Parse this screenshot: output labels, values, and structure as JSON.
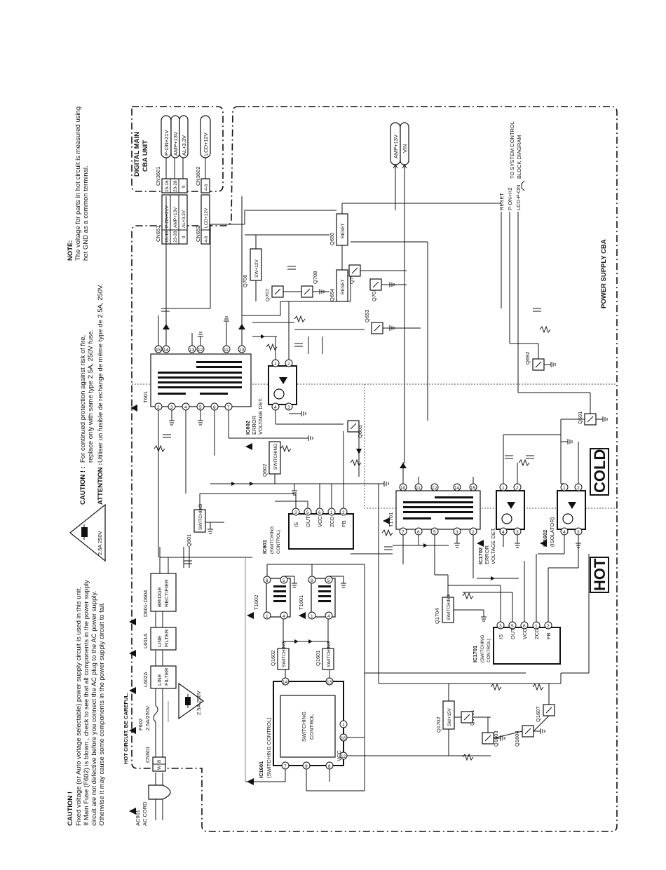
{
  "caution_top": {
    "title": "CAUTION !",
    "lines": [
      "Fixed voltage (or Auto voltage selectable) power supply circuit is used in this unit.",
      "If Main Fuse (F602) is blown , check to see that all components in the power supply",
      "circuit are not defective before you connect the AC plug to the AC power supply.",
      "Otherwise it may cause some components in the power supply circuit to fail."
    ],
    "fuse_label": "2.5A 250V"
  },
  "caution_fire": {
    "label": "CAUTION ! :",
    "line1": "For continued protection against risk of fire,",
    "line2": "replace only with same type 2.5A, 250V fuse.",
    "attention_label": "ATTENTION :",
    "attention_text": "Utiliser un fusible de rechange de même type de 2.5A, 250V."
  },
  "note": {
    "title": "NOTE:",
    "line1": "The voltage for parts in hot circuit is measured using",
    "line2": "hot GND as a common terminal."
  },
  "digital_main": {
    "title_line1": "DIGITAL MAIN",
    "title_line2": "CBA UNIT",
    "cn3601": "CN3601",
    "cn3602": "CN3602",
    "outputs": [
      "P-ON+21V",
      "AMP+13V",
      "AL+3.3V",
      "LCD+12V"
    ],
    "pins": [
      "15-16",
      "23-28",
      "9",
      "4-6"
    ]
  },
  "cn651": {
    "label": "CN651",
    "pins": [
      "15-16",
      "23-28",
      "9"
    ],
    "signals": [
      "P-ON+21V",
      "AMP+13V",
      "AL+3.3V"
    ]
  },
  "cn652": {
    "label": "CN652",
    "pin": "4-6",
    "signal": "LCD+12V"
  },
  "amp_vin": [
    "AMP+13V",
    "VIN"
  ],
  "system_control": {
    "line1": "TO SYSTEM CONTROL",
    "line2": "BLOCK DIAGRAM",
    "signals": [
      "RESET",
      "P-ON+H2",
      "LCD-P-ON"
    ]
  },
  "power_supply_cba": "POWER SUPPLY CBA",
  "hot_label": "HOT",
  "cold_label": "COLD",
  "hot_circuit_note": "HOT CIRCUIT. BE CAREFUL.",
  "ac_cord": {
    "ref": "AC601",
    "name": "AC CORD"
  },
  "cn601": {
    "label": "CN601",
    "pins": [
      "B",
      "W"
    ]
  },
  "f602": {
    "ref": "F602",
    "rating": "2.5A/250V"
  },
  "fuse_symbol_label": "2.5A 250V",
  "blocks": {
    "l602a": {
      "ref": "L602A",
      "line1": "LINE",
      "line2": "FILTER"
    },
    "l601a": {
      "ref": "L601A",
      "line1": "LINE",
      "line2": "FILTER"
    },
    "d601": {
      "ref": "D601-D604",
      "line1": "BRIDGE",
      "line2": "RECTIFIER"
    }
  },
  "ic1601": {
    "ref": "IC1601",
    "role": "(SWITCHING CONTROL)",
    "inner_line1": "SWITCHING",
    "inner_line2": "CONTROL",
    "vcc": "VCC",
    "pins": [
      "7",
      "9",
      "8",
      "12",
      "16",
      "1",
      "14",
      "13"
    ]
  },
  "switching_boxes": {
    "q1602": {
      "ref": "Q1602",
      "label": "SWITCHING"
    },
    "q1601": {
      "ref": "Q1601",
      "label": "SWITCHING"
    },
    "q601": {
      "ref": "Q601",
      "label": "SWITCHING"
    },
    "q602": {
      "ref": "Q602",
      "label": "SWITCHING"
    },
    "q1704": {
      "ref": "Q1704",
      "label": "SWITCHING"
    }
  },
  "t1602": {
    "ref": "T1602",
    "pins": [
      "1",
      "4",
      "8",
      "5"
    ]
  },
  "t1601": {
    "ref": "T1601",
    "pins": [
      "1",
      "4",
      "8",
      "5"
    ]
  },
  "ic601": {
    "ref": "IC601",
    "role_line1": "(SWITCHING",
    "role_line2": "CONTROL)",
    "pin_labels": [
      "IS",
      "OUT",
      "VCC",
      "ZCD",
      "FB"
    ],
    "pins": [
      "3",
      "5",
      "6",
      "1",
      "2"
    ]
  },
  "ic1701": {
    "ref": "IC1701",
    "role_line1": "(SWITCHING",
    "role_line2": "CONTROL)",
    "pin_labels": [
      "IS",
      "OUT",
      "VCC",
      "ZCD",
      "FB"
    ],
    "pins": [
      "3",
      "5",
      "6",
      "1",
      "2"
    ]
  },
  "t601": {
    "ref": "T601",
    "pins_bottom": [
      "2",
      "3",
      "4",
      "5",
      "6",
      "7"
    ],
    "pins_top": [
      "15",
      "14",
      "13",
      "12",
      "11",
      "10"
    ]
  },
  "t1701": {
    "ref": "T1701",
    "pins_bottom": [
      "7",
      "6",
      "5",
      "3",
      "2"
    ],
    "pins_top": [
      "10",
      "11",
      "12",
      "14",
      "15"
    ]
  },
  "ic602": {
    "ref": "IC602",
    "line1": "ERROR",
    "line2": "VOLTAGE DET.",
    "pins": [
      "4",
      "3",
      "1",
      "2"
    ]
  },
  "ic1702": {
    "ref": "IC1702",
    "line1": "ERROR",
    "line2": "VOLTAGE DET.",
    "pins": [
      "4",
      "3",
      "1",
      "2"
    ]
  },
  "ic1602": {
    "ref": "IC1602",
    "line1": "(ISOLATOR)",
    "pins": [
      "4",
      "3",
      "1",
      "2"
    ]
  },
  "transistors": [
    "Q603",
    "Q691",
    "Q692",
    "Q653",
    "Q701",
    "Q702",
    "Q707",
    "Q708",
    "Q1701",
    "Q1603",
    "Q1604",
    "Q1607"
  ],
  "q706": {
    "ref": "Q706",
    "label": "SW+12V"
  },
  "q1702": {
    "ref": "Q1702",
    "label": "SW+15V"
  },
  "q650": {
    "ref": "Q650",
    "label": "RESET"
  },
  "q654": {
    "ref": "Q654",
    "label": "RESET"
  }
}
